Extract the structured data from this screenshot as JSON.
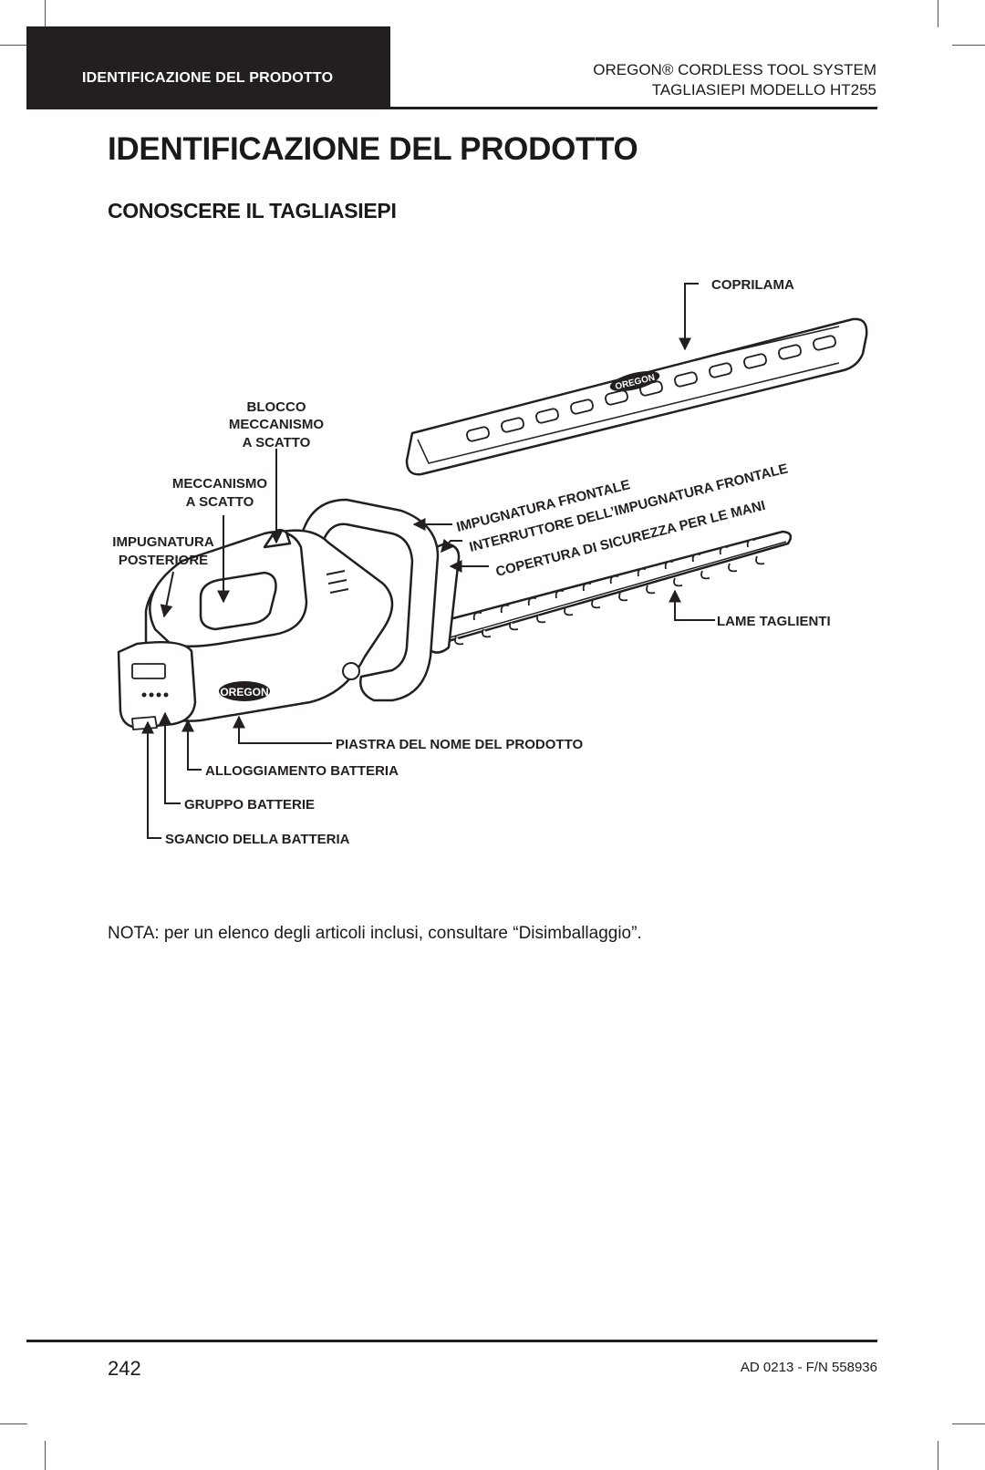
{
  "header": {
    "section_tab": "IDENTIFICAZIONE DEL PRODOTTO",
    "product_line": "OREGON® CORDLESS TOOL SYSTEM",
    "model": "TAGLIASIEPI MODELLO HT255"
  },
  "title": "IDENTIFICAZIONE DEL PRODOTTO",
  "subtitle": "CONOSCERE IL TAGLIASIEPI",
  "diagram": {
    "labels": {
      "coprilama": "COPRILAMA",
      "blocco_1": "BLOCCO",
      "blocco_2": "MECCANISMO",
      "blocco_3": "A SCATTO",
      "meccanismo_1": "MECCANISMO",
      "meccanismo_2": "A SCATTO",
      "impugnatura_post_1": "IMPUGNATURA",
      "impugnatura_post_2": "POSTERIORE",
      "impugnatura_frontale": "IMPUGNATURA FRONTALE",
      "interruttore": "INTERRUTTORE DELL’IMPUGNATURA FRONTALE",
      "copertura": "COPERTURA DI SICUREZZA PER LE MANI",
      "lame": "LAME TAGLIENTI",
      "piastra": "PIASTRA DEL NOME DEL PRODOTTO",
      "alloggiamento": "ALLOGGIAMENTO BATTERIA",
      "gruppo": "GRUPPO BATTERIE",
      "sgancio": "SGANCIO DELLA BATTERIA"
    },
    "brand_logo": "OREGON"
  },
  "note": "NOTA: per un elenco degli articoli inclusi, consultare “Disimballaggio”.",
  "footer": {
    "page_number": "242",
    "doc_code": "AD 0213 - F/N 558936"
  }
}
